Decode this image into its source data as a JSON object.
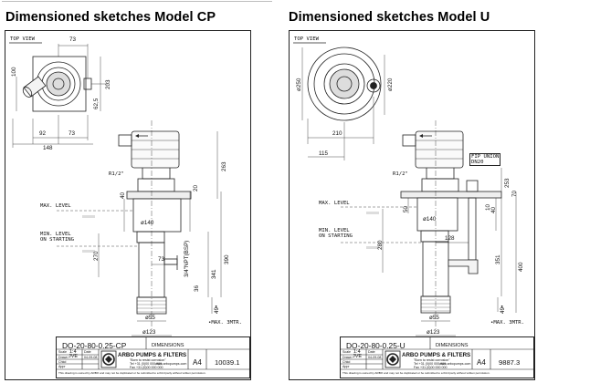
{
  "headings": {
    "left": "Dimensioned sketches Model CP",
    "right": "Dimensioned sketches Model U"
  },
  "cp": {
    "top_view": "TOP VIEW",
    "max_level": "MAX. LEVEL",
    "min_level_1": "MIN. LEVEL",
    "min_level_2": "ON STARTING",
    "thread": "R1/2\"",
    "max_note": "•MAX. 3MTR.",
    "dims": {
      "d73_top": "73",
      "d100": "100",
      "d203": "203",
      "d62_5": "62,5",
      "d92": "92",
      "d73_bot": "73",
      "d148": "148",
      "d263": "263",
      "d40": "40",
      "d20": "20",
      "d270": "270",
      "d140": "ø140",
      "d73_mid": "73",
      "d34npt": "3/4\"NPT(BSP)",
      "d341": "341",
      "d390": "390",
      "d36": "36",
      "d49": "49•",
      "d55": "ø55",
      "d123": "ø123"
    },
    "title_block": {
      "drawing_no": "DO-20-80-0.25-CP",
      "sheet_title": "DIMENSIONS",
      "scale_label": "Scale",
      "scale": "1:4",
      "date_label": "Date",
      "date": "04-09-08",
      "drawn_label": "Drawn",
      "drawn": "JVE",
      "chkd_label": "Chkd",
      "appr_label": "Appr",
      "company": "ARBO PUMPS & FILTERS",
      "slogan": "\"Born to resist corrosion\"",
      "tel": "Tel +31 (0)00 000 000",
      "fax": "Fax +31 (0)00 000 000",
      "web": "www.arbopumps.com",
      "size": "A4",
      "article": "10039.1",
      "footer": "This drawing is owned by ARBO and may not be duplicated or be submitted to a third party without written permission."
    }
  },
  "u": {
    "top_view": "TOP VIEW",
    "max_level": "MAX. LEVEL",
    "min_level_1": "MIN. LEVEL",
    "min_level_2": "ON STARTING",
    "thread": "R1/2\"",
    "union_1": "FIP UNION",
    "union_2": "DN20",
    "max_note": "•MAX. 3MTR.",
    "dims": {
      "d250": "ø250",
      "d220": "ø220",
      "d210": "210",
      "d115": "115",
      "d253": "253",
      "d70": "70",
      "d50": "50",
      "d280": "280",
      "d140": "ø140",
      "d10": "10",
      "d40": "40",
      "d128": "128",
      "d351": "351",
      "d400": "400",
      "d49": "49•",
      "d55": "ø55",
      "d123": "ø123"
    },
    "title_block": {
      "drawing_no": "DO-20-80-0.25-U",
      "sheet_title": "DIMENSIONS",
      "scale_label": "Scale",
      "scale": "1:4",
      "date_label": "Date",
      "date": "04-09-08",
      "drawn_label": "Drawn",
      "drawn": "JVE",
      "chkd_label": "Chkd",
      "appr_label": "Appr",
      "company": "ARBO PUMPS & FILTERS",
      "slogan": "\"Born to resist corrosion\"",
      "tel": "Tel +31 (0)00 000 000",
      "fax": "Fax +31 (0)00 000 000",
      "web": "www.arbopumps.com",
      "size": "A4",
      "article": "9887.3",
      "footer": "This drawing is owned by ARBO and may not be duplicated or be submitted to a third party without written permission."
    }
  }
}
